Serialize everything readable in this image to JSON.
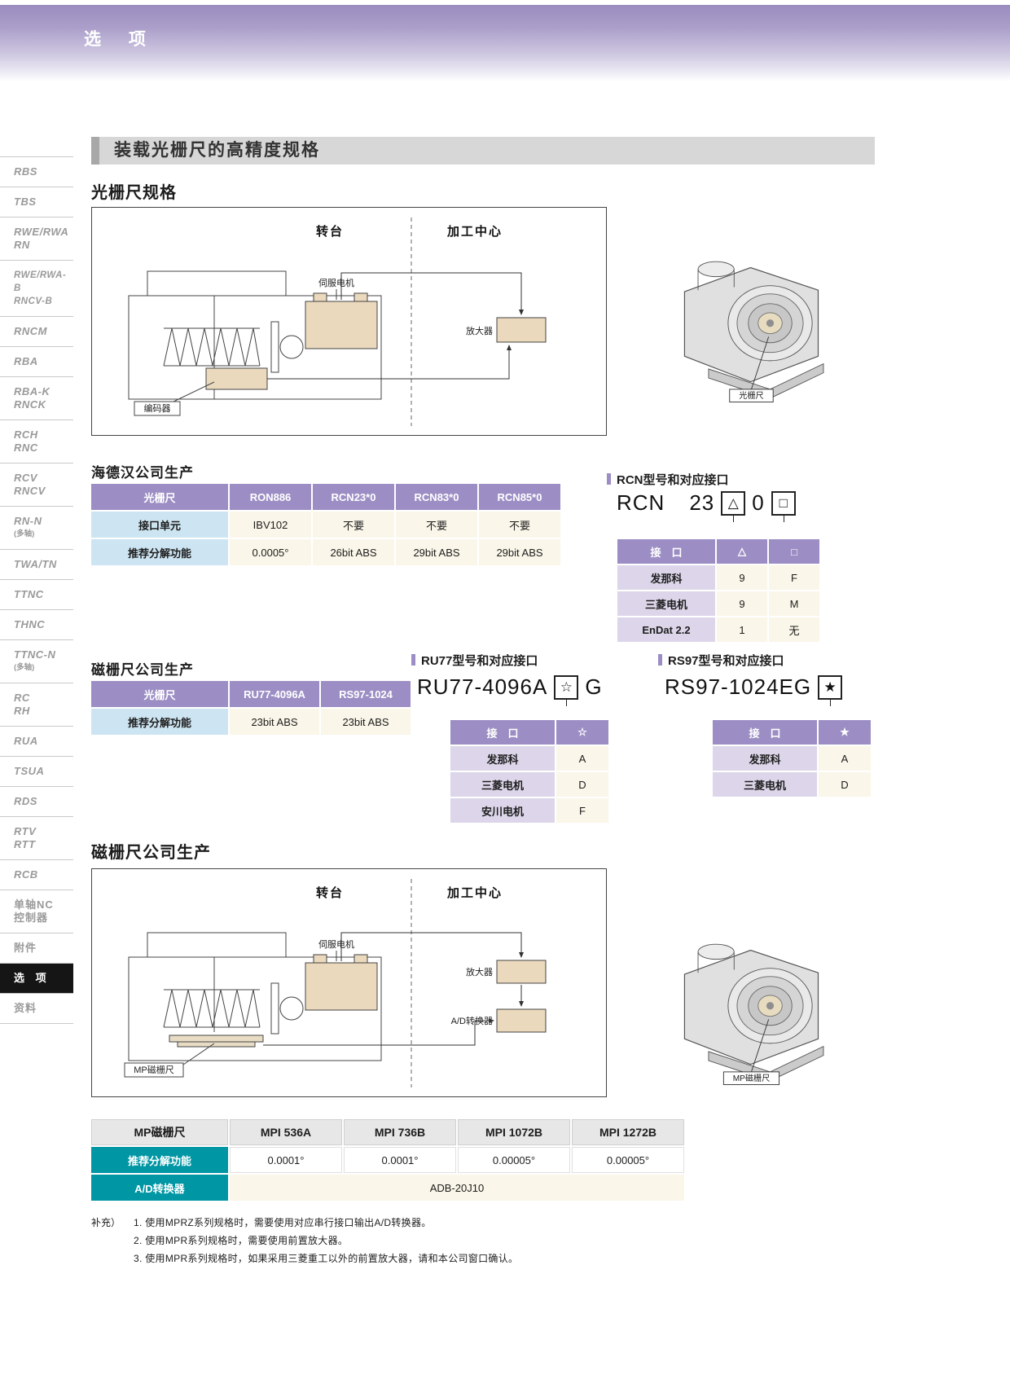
{
  "colors": {
    "band_purple": "#9b8ec0",
    "table_header_purple": "#9c8ec4",
    "row_label_blue": "#cde5f2",
    "row_label_lavender": "#ddd6ea",
    "data_cell_cream": "#faf6e9",
    "teal_label": "#0096a4",
    "component_beige": "#ead9bd",
    "sidebar_gray": "#9a9a9a",
    "active_item_black": "#151515"
  },
  "band": {
    "tab_label": "选 项"
  },
  "sidebar": {
    "items": [
      {
        "label": "RBS"
      },
      {
        "label": "TBS"
      },
      {
        "label": "RWE/RWA\nRN"
      },
      {
        "label": "RWE/RWA-B\nRNCV-B"
      },
      {
        "label": "RNCM"
      },
      {
        "label": "RBA"
      },
      {
        "label": "RBA-K\nRNCK"
      },
      {
        "label": "RCH\nRNC"
      },
      {
        "label": "RCV\nRNCV"
      },
      {
        "label": "RN-N",
        "sub": "(多轴)"
      },
      {
        "label": "TWA/TN"
      },
      {
        "label": "TTNC"
      },
      {
        "label": "THNC"
      },
      {
        "label": "TTNC-N",
        "sub": "(多轴)"
      },
      {
        "label": "RC\nRH"
      },
      {
        "label": "RUA"
      },
      {
        "label": "TSUA"
      },
      {
        "label": "RDS"
      },
      {
        "label": "RTV\nRTT"
      },
      {
        "label": "RCB"
      },
      {
        "label": "单轴NC\n控制器"
      },
      {
        "label": "附件"
      },
      {
        "label": "选 项"
      },
      {
        "label": "资料"
      }
    ]
  },
  "page": {
    "title": "装载光栅尺的高精度规格",
    "spec_heading": "光栅尺规格"
  },
  "diagram1": {
    "left_zone": "转台",
    "right_zone": "加工中心",
    "servo": "伺服电机",
    "amplifier": "放大器",
    "encoder": "编码器"
  },
  "illustration1": {
    "label": "光栅尺"
  },
  "heidenhain": {
    "heading": "海德汉公司生产",
    "table": {
      "headers": [
        "光栅尺",
        "RON886",
        "RCN23*0",
        "RCN83*0",
        "RCN85*0"
      ],
      "rows": [
        [
          "接口单元",
          "IBV102",
          "不要",
          "不要",
          "不要"
        ],
        [
          "推荐分解功能",
          "0.0005°",
          "26bit ABS",
          "29bit ABS",
          "29bit ABS"
        ]
      ]
    }
  },
  "rcn": {
    "heading": "RCN型号和对应接口",
    "model_prefix": "RCN",
    "model_num": "23",
    "sym1": "△",
    "model_zero": "0",
    "sym2": "□",
    "table": {
      "headers": [
        "接　口",
        "△",
        "□"
      ],
      "rows": [
        [
          "发那科",
          "9",
          "F"
        ],
        [
          "三菱电机",
          "9",
          "M"
        ],
        [
          "EnDat 2.2",
          "1",
          "无"
        ]
      ]
    }
  },
  "magnescale": {
    "heading": "磁栅尺公司生产",
    "table": {
      "headers": [
        "光栅尺",
        "RU77-4096A",
        "RS97-1024"
      ],
      "rows": [
        [
          "推荐分解功能",
          "23bit ABS",
          "23bit ABS"
        ]
      ]
    }
  },
  "ru77": {
    "heading": "RU77型号和对应接口",
    "model": "RU77-4096A",
    "sym": "☆",
    "suffix": "G",
    "table": {
      "headers": [
        "接　口",
        "☆"
      ],
      "rows": [
        [
          "发那科",
          "A"
        ],
        [
          "三菱电机",
          "D"
        ],
        [
          "安川电机",
          "F"
        ]
      ]
    }
  },
  "rs97": {
    "heading": "RS97型号和对应接口",
    "model": "RS97-1024EG",
    "sym": "★",
    "table": {
      "headers": [
        "接　口",
        "★"
      ],
      "rows": [
        [
          "发那科",
          "A"
        ],
        [
          "三菱电机",
          "D"
        ]
      ]
    }
  },
  "mp": {
    "heading": "磁栅尺公司生产",
    "diagram": {
      "left_zone": "转台",
      "right_zone": "加工中心",
      "servo": "伺服电机",
      "amplifier": "放大器",
      "ad_converter": "A/D转换器",
      "scale": "MP磁栅尺"
    },
    "illustration_label": "MP磁栅尺",
    "table": {
      "headers": [
        "MP磁栅尺",
        "MPI 536A",
        "MPI 736B",
        "MPI 1072B",
        "MPI 1272B"
      ],
      "resolution_row": [
        "推荐分解功能",
        "0.0001°",
        "0.0001°",
        "0.00005°",
        "0.00005°"
      ],
      "ad_row_label": "A/D转换器",
      "ad_row_value": "ADB-20J10"
    }
  },
  "footnotes": {
    "label": "补充）",
    "items": [
      "1.  使用MPRZ系列规格时，需要使用对应串行接口输出A/D转换器。",
      "2.  使用MPR系列规格时，需要使用前置放大器。",
      "3.  使用MPR系列规格时，如果采用三菱重工以外的前置放大器，请和本公司窗口确认。"
    ]
  }
}
